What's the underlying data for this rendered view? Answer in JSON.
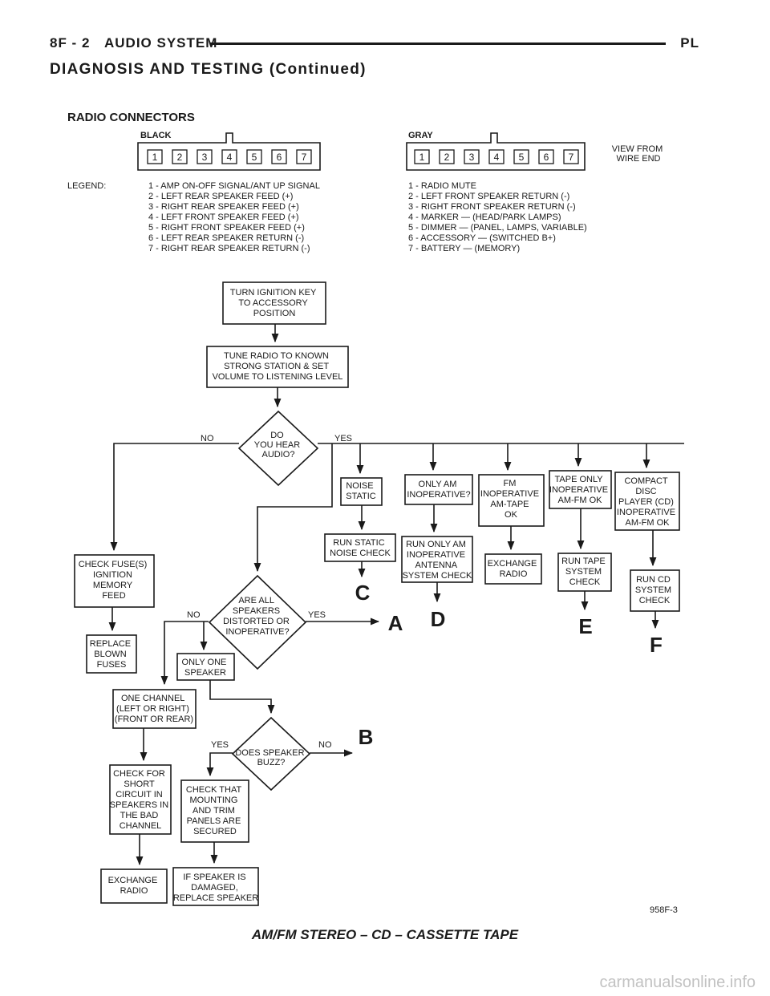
{
  "header": {
    "page": "8F - 2",
    "section": "AUDIO SYSTEM",
    "model": "PL",
    "subtitle": "DIAGNOSIS AND TESTING (Continued)"
  },
  "connectors": {
    "title": "RADIO CONNECTORS",
    "black_label": "BLACK",
    "gray_label": "GRAY",
    "view_note": [
      "VIEW FROM",
      "WIRE END"
    ],
    "legend_label": "LEGEND:",
    "pins": [
      "1",
      "2",
      "3",
      "4",
      "5",
      "6",
      "7"
    ],
    "black_legend": [
      "1 - AMP ON-OFF SIGNAL/ANT UP SIGNAL",
      "2 - LEFT REAR SPEAKER FEED (+)",
      "3 - RIGHT REAR SPEAKER FEED (+)",
      "4 - LEFT FRONT SPEAKER FEED (+)",
      "5 - RIGHT FRONT SPEAKER FEED (+)",
      "6 - LEFT REAR SPEAKER RETURN (-)",
      "7 - RIGHT REAR SPEAKER RETURN (-)"
    ],
    "gray_legend": [
      "1 - RADIO MUTE",
      "2 - LEFT FRONT SPEAKER RETURN (-)",
      "3 - RIGHT FRONT SPEAKER RETURN (-)",
      "4 - MARKER — (HEAD/PARK LAMPS)",
      "5 - DIMMER — (PANEL, LAMPS, VARIABLE)",
      "6 - ACCESSORY — (SWITCHED B+)",
      "7 - BATTERY — (MEMORY)"
    ]
  },
  "flow": {
    "nodes": {
      "turn_key": [
        "TURN IGNITION KEY",
        "TO ACCESSORY",
        "POSITION"
      ],
      "tune_radio": [
        "TUNE RADIO TO KNOWN",
        "STRONG STATION & SET",
        "VOLUME TO LISTENING LEVEL"
      ],
      "hear_audio": [
        "DO",
        "YOU HEAR",
        "AUDIO?"
      ],
      "noise_static": [
        "NOISE",
        "STATIC"
      ],
      "only_am": [
        "ONLY AM",
        "INOPERATIVE?"
      ],
      "fm_inop": [
        "FM",
        "INOPERATIVE",
        "AM-TAPE",
        "OK"
      ],
      "tape_only": [
        "TAPE ONLY",
        "INOPERATIVE",
        "AM-FM OK"
      ],
      "compact_disc": [
        "COMPACT",
        "DISC",
        "PLAYER (CD)",
        "INOPERATIVE",
        "AM-FM OK"
      ],
      "run_static": [
        "RUN STATIC",
        "NOISE CHECK"
      ],
      "run_am": [
        "RUN ONLY AM",
        "INOPERATIVE",
        "ANTENNA",
        "SYSTEM CHECK"
      ],
      "exchange_radio_1": [
        "EXCHANGE",
        "RADIO"
      ],
      "run_tape": [
        "RUN TAPE",
        "SYSTEM",
        "CHECK"
      ],
      "run_cd": [
        "RUN CD",
        "SYSTEM",
        "CHECK"
      ],
      "check_fuses": [
        "CHECK FUSE(S)",
        "IGNITION",
        "MEMORY",
        "FEED"
      ],
      "all_speakers": [
        "ARE ALL",
        "SPEAKERS",
        "DISTORTED OR",
        "INOPERATIVE?"
      ],
      "replace_fuses": [
        "REPLACE",
        "BLOWN",
        "FUSES"
      ],
      "only_one": [
        "ONLY ONE",
        "SPEAKER"
      ],
      "one_channel": [
        "ONE CHANNEL",
        "(LEFT OR RIGHT)",
        "(FRONT OR REAR)"
      ],
      "speaker_buzz": [
        "DOES SPEAKER",
        "BUZZ?"
      ],
      "check_short": [
        "CHECK FOR",
        "SHORT",
        "CIRCUIT IN",
        "SPEAKERS IN",
        "THE BAD",
        "CHANNEL"
      ],
      "check_mounting": [
        "CHECK THAT",
        "MOUNTING",
        "AND TRIM",
        "PANELS ARE",
        "SECURED"
      ],
      "exchange_radio_2": [
        "EXCHANGE",
        "RADIO"
      ],
      "speaker_damaged": [
        "IF SPEAKER IS",
        "DAMAGED,",
        "REPLACE SPEAKER"
      ]
    },
    "labels": {
      "no": "NO",
      "yes": "YES"
    },
    "refs": {
      "a": "A",
      "b": "B",
      "c": "C",
      "d": "D",
      "e": "E",
      "f": "F"
    },
    "figure_id": "958F-3"
  },
  "caption": "AM/FM STEREO – CD – CASSETTE TAPE",
  "watermark": "carmanualsonline.info"
}
